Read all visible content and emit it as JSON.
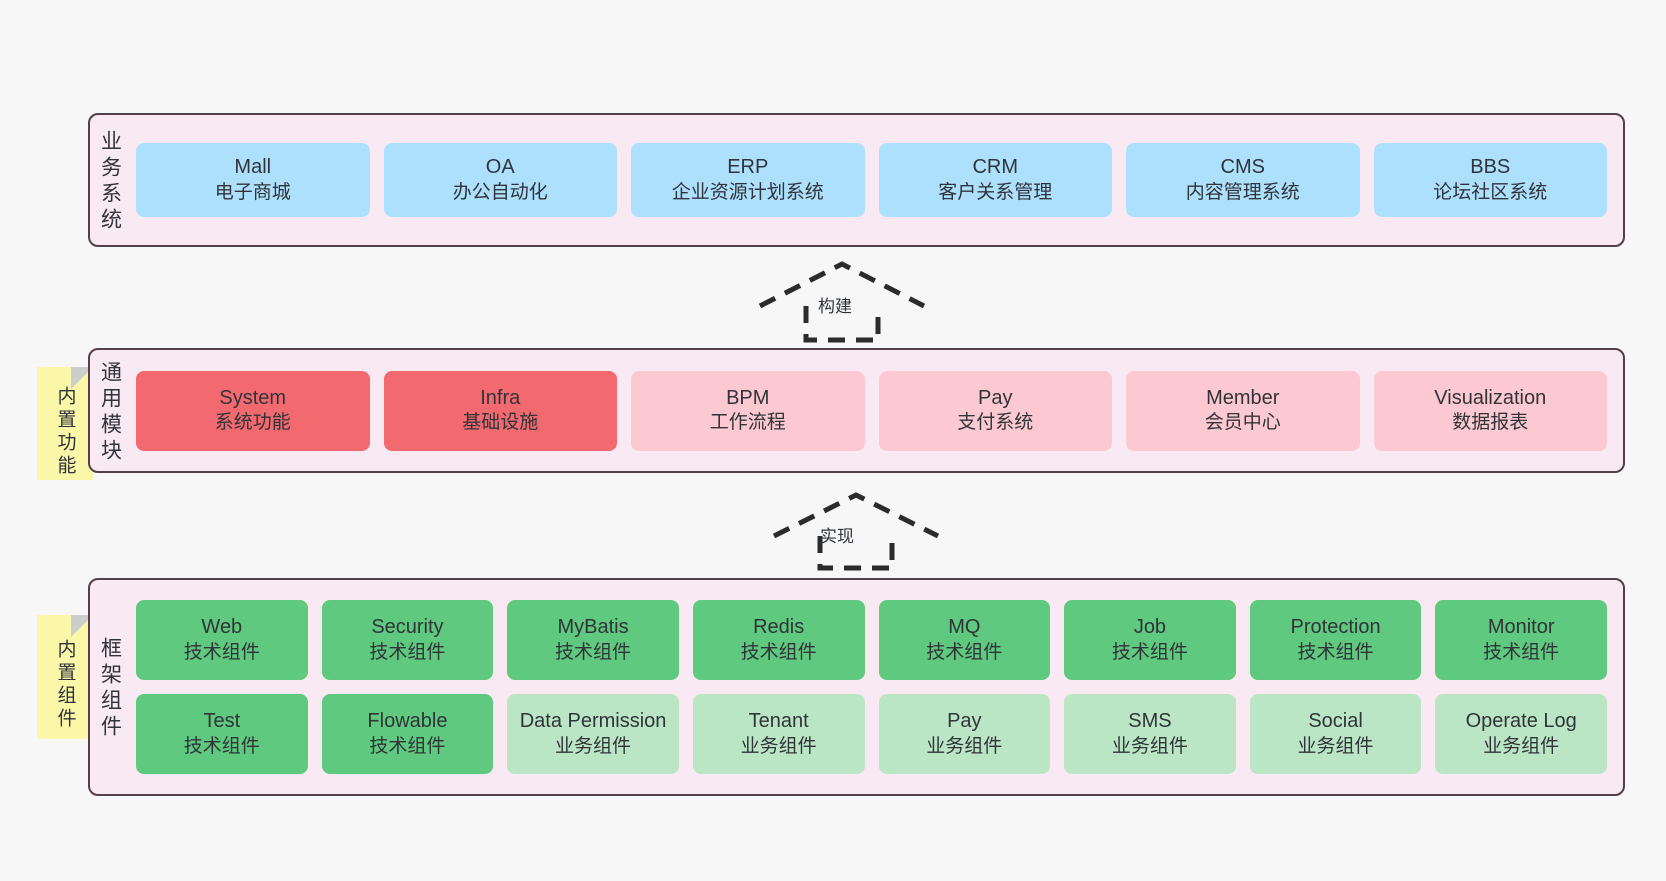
{
  "diagram": {
    "background_color": "#f7f7f7",
    "container_fill": "#f9e9f3",
    "container_border": "#534049"
  },
  "layers": [
    {
      "key": "business",
      "title": "业务系统",
      "card_color": "#ace0fd",
      "rows": [
        [
          {
            "en": "Mall",
            "cn": "电子商城"
          },
          {
            "en": "OA",
            "cn": "办公自动化"
          },
          {
            "en": "ERP",
            "cn": "企业资源计划系统"
          },
          {
            "en": "CRM",
            "cn": "客户关系管理"
          },
          {
            "en": "CMS",
            "cn": "内容管理系统"
          },
          {
            "en": "BBS",
            "cn": "论坛社区系统"
          }
        ]
      ]
    },
    {
      "key": "common",
      "title": "通用模块",
      "sticky": "内置功能",
      "sticky_color": "#fbf7a8",
      "card_color_primary": "#f2696f",
      "card_color_secondary": "#fcc9d2",
      "rows": [
        [
          {
            "en": "System",
            "cn": "系统功能"
          },
          {
            "en": "Infra",
            "cn": "基础设施"
          },
          {
            "en": "BPM",
            "cn": "工作流程"
          },
          {
            "en": "Pay",
            "cn": "支付系统"
          },
          {
            "en": "Member",
            "cn": "会员中心"
          },
          {
            "en": "Visualization",
            "cn": "数据报表"
          }
        ]
      ]
    },
    {
      "key": "framework",
      "title": "框架组件",
      "sticky": "内置组件",
      "sticky_color": "#fbf7a8",
      "card_color_primary": "#5fc97f",
      "card_color_secondary": "#bbe6c6",
      "rows": [
        [
          {
            "en": "Web",
            "cn": "技术组件"
          },
          {
            "en": "Security",
            "cn": "技术组件"
          },
          {
            "en": "MyBatis",
            "cn": "技术组件"
          },
          {
            "en": "Redis",
            "cn": "技术组件"
          },
          {
            "en": "MQ",
            "cn": "技术组件"
          },
          {
            "en": "Job",
            "cn": "技术组件"
          },
          {
            "en": "Protection",
            "cn": "技术组件"
          },
          {
            "en": "Monitor",
            "cn": "技术组件"
          }
        ],
        [
          {
            "en": "Test",
            "cn": "技术组件"
          },
          {
            "en": "Flowable",
            "cn": "技术组件"
          },
          {
            "en": "Data Permission",
            "cn": "业务组件"
          },
          {
            "en": "Tenant",
            "cn": "业务组件"
          },
          {
            "en": "Pay",
            "cn": "业务组件"
          },
          {
            "en": "SMS",
            "cn": "业务组件"
          },
          {
            "en": "Social",
            "cn": "业务组件"
          },
          {
            "en": "Operate Log",
            "cn": "业务组件"
          }
        ]
      ]
    }
  ],
  "connectors": [
    {
      "key": "build",
      "label": "构建",
      "style": "dashed-hollow-triangle-up"
    },
    {
      "key": "implement",
      "label": "实现",
      "style": "dashed-hollow-triangle-up"
    }
  ]
}
